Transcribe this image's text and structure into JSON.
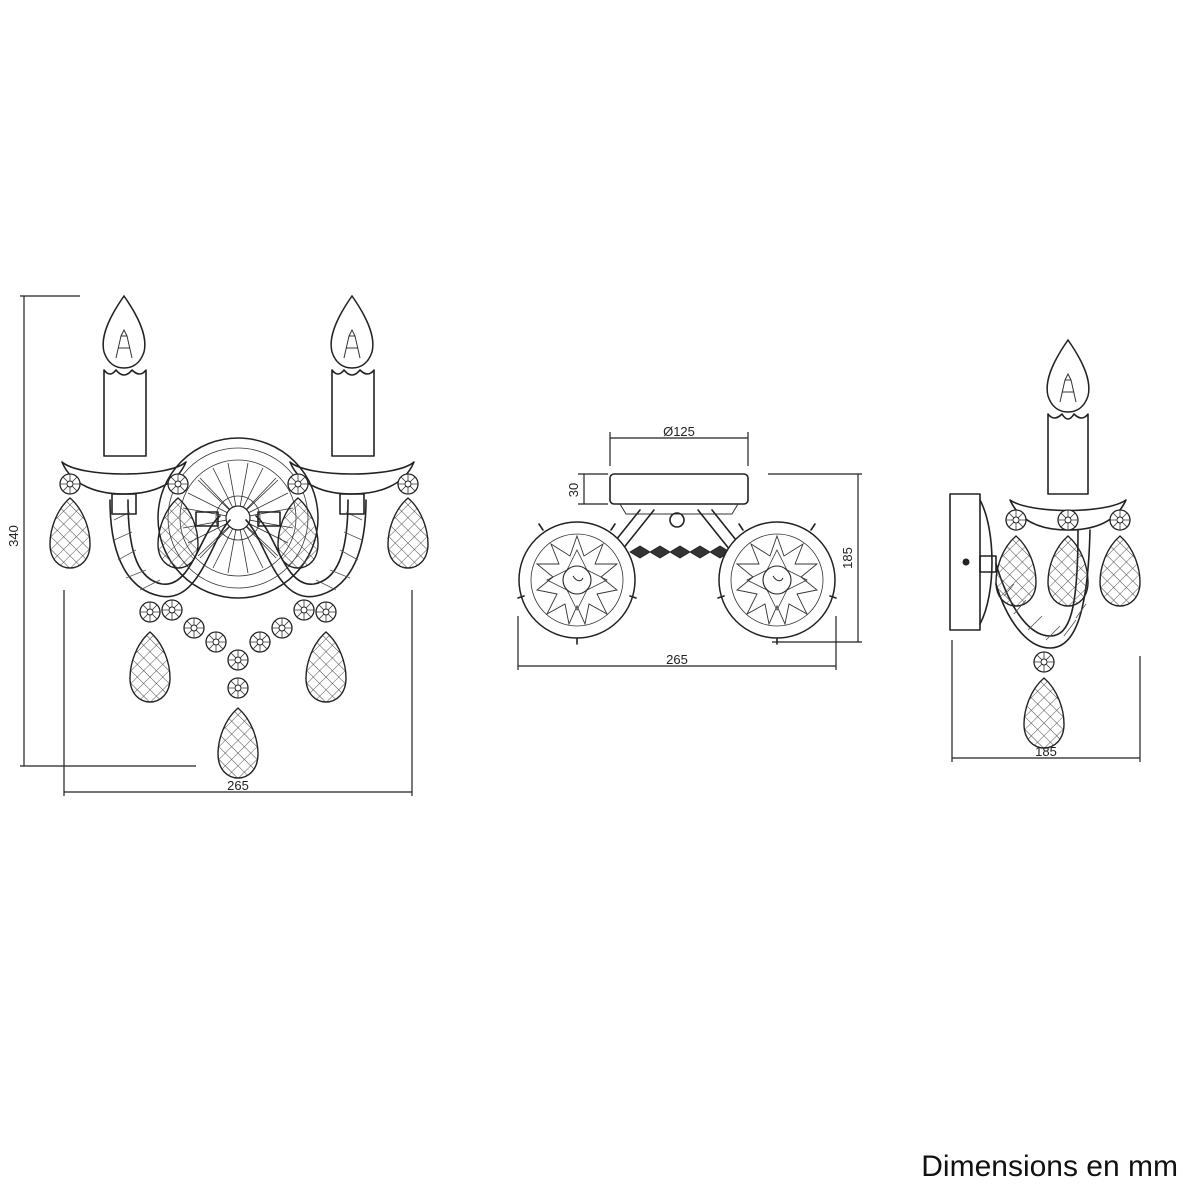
{
  "front_view": {
    "height_label": "340",
    "width_label": "265"
  },
  "top_view": {
    "diameter_label": "Ø125",
    "plate_thickness_label": "30",
    "depth_label": "185",
    "width_label": "265"
  },
  "side_view": {
    "width_label": "185"
  },
  "caption": "Dimensions en mm"
}
